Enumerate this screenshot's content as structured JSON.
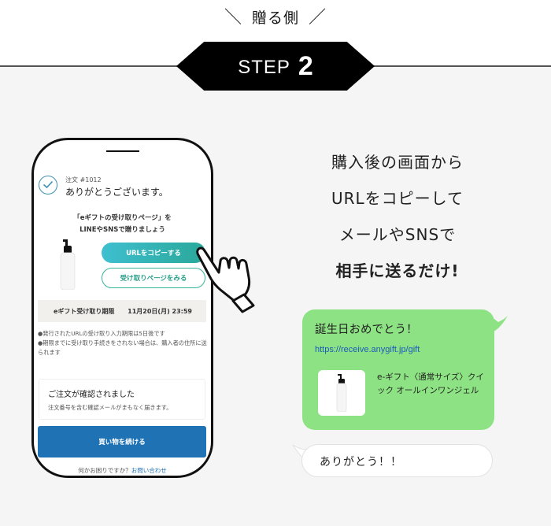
{
  "header": {
    "slash_left": "＼",
    "title": "贈る側",
    "slash_right": "／",
    "step_word": "STEP",
    "step_number": "2"
  },
  "phone": {
    "order_number": "注文 #1012",
    "thanks": "ありがとうございます。",
    "share_prompt_line1": "「eギフトの受け取りページ」を",
    "share_prompt_line2": "LINEやSNSで贈りましょう",
    "copy_url_button": "URLをコピーする",
    "view_page_button": "受け取りページをみる",
    "deadline_label": "eギフト受け取り期限",
    "deadline_value": "11月20日(月) 23:59",
    "notes": [
      "●発行されたURLの受け取り入力期限は5日後です",
      "●期限までに受け取り手続きをされない場合は、購入者の住所に送られます"
    ],
    "confirm_title": "ご注文が確認されました",
    "confirm_sub": "注文番号を含む確認メールがまもなく届きます。",
    "continue_button": "買い物を続ける",
    "help_text": "何かお困りですか？",
    "help_link": "お問い合わせ"
  },
  "lead": {
    "line1": "購入後の画面から",
    "line2": "URLをコピーして",
    "line3": "メールやSNSで",
    "line4": "相手に送るだけ!"
  },
  "chat": {
    "sent_message": "誕生日おめでとう！",
    "sent_url": "https://receive.anygift.jp/gift",
    "card_title": "e-ギフト〈通常サイズ〉クイック オールインワンジェル",
    "reply_message": "ありがとう！！"
  },
  "colors": {
    "copy_button_gradient": [
      "#3ebfcf",
      "#2aa89a"
    ],
    "continue_button": "#1f72b4",
    "green_bubble": "#8de384",
    "link": "#1a5bb8"
  }
}
